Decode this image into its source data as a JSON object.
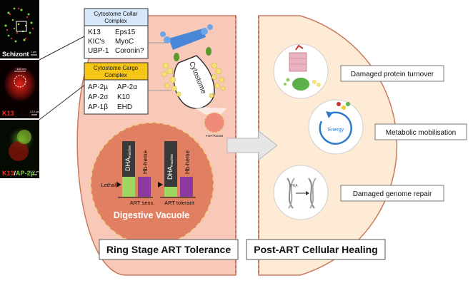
{
  "micrographs": {
    "panel1_label": "Schizont",
    "panel1_scale": "1 µm",
    "panel2_scale_top": "~180 nm",
    "panel2_label": "K13",
    "panel2_scale": "0.10 µm",
    "panel3_label_a": "K13",
    "panel3_label_sep": "/",
    "panel3_label_b": "AP-2µ",
    "panel3_scale": "0.10 µm"
  },
  "collar_box": {
    "title_line1": "Cytostome Collar",
    "title_line2": "Complex",
    "rows": [
      [
        "K13",
        "Eps15"
      ],
      [
        "KIC's",
        "MyoC"
      ],
      [
        "UBP-1",
        "Coronin?"
      ]
    ],
    "title_bg": "#d6e8fa"
  },
  "cargo_box": {
    "title_line1": "Cytostome Cargo",
    "title_line2": "Complex",
    "rows": [
      [
        "AP-2µ",
        "AP-2α"
      ],
      [
        "AP-2σ",
        "K10"
      ],
      [
        "AP-1β",
        "EHD"
      ]
    ],
    "title_bg": "#f5c518"
  },
  "cell": {
    "cytostome_label": "Cytostome",
    "pi3p_label": "PI3P/Rab5B",
    "digestive_vacuole_label": "Digestive Vacuole",
    "lethal_label": "Lethal",
    "bars_left": {
      "dha": "DHA",
      "dha_sub": "inactive",
      "hb": "Hb-heme",
      "caption": "ART sens."
    },
    "bars_right": {
      "dha": "DHA",
      "dha_sub": "inactive",
      "hb": "Hb-heme",
      "caption": "ART tolerant"
    },
    "cell_color": "#f8c9b8",
    "vacuole_color": "#e07f62"
  },
  "right_cell": {
    "items": [
      {
        "label": "Damaged protein turnover",
        "icon": "proteasome-icon"
      },
      {
        "label": "Metabolic mobilisation",
        "icon": "energy-cycle-icon",
        "icon_text": "Energy"
      },
      {
        "label": "Damaged genome repair",
        "icon": "dna-repair-icon",
        "icon_text": "DHA"
      }
    ],
    "cell_color": "#fdebd6"
  },
  "titles": {
    "left": "Ring Stage ART Tolerance",
    "right": "Post-ART Cellular Healing"
  }
}
